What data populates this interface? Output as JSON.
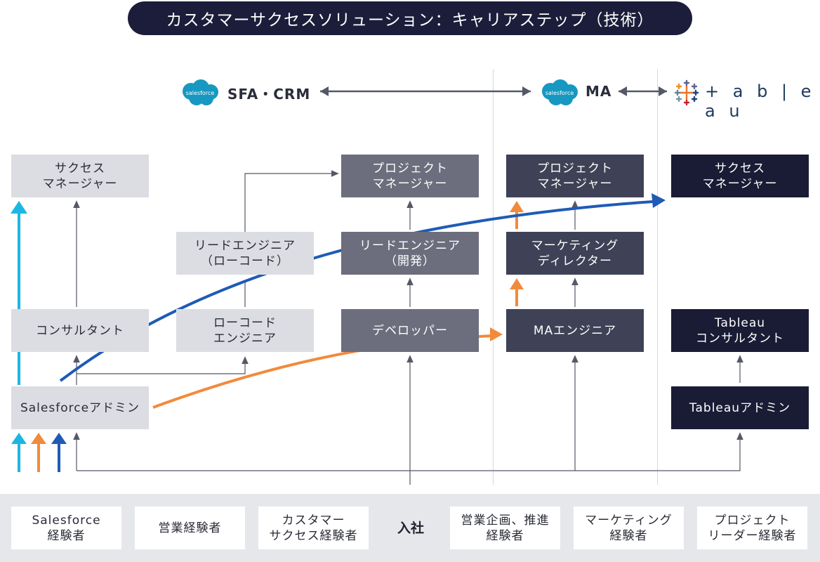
{
  "title": "カスタマーサクセスソリューション：キャリアステップ（技術）",
  "tools": {
    "salesforce_logo_text": "salesforce",
    "sfa_crm": "SFA・CRM",
    "ma": "MA",
    "tableau": "+ a b | e a u"
  },
  "boxes": {
    "success_manager_left": "サクセス\nマネージャー",
    "consultant": "コンサルタント",
    "salesforce_admin": "Salesforceアドミン",
    "lead_engineer_lowcode": "リードエンジニア\n（ローコード）",
    "lowcode_engineer": "ローコード\nエンジニア",
    "project_manager_1": "プロジェクト\nマネージャー",
    "lead_engineer_dev": "リードエンジニア\n（開発）",
    "developer": "デベロッパー",
    "project_manager_2": "プロジェクト\nマネージャー",
    "marketing_director": "マーケティング\nディレクター",
    "ma_engineer": "MAエンジニア",
    "success_manager_right": "サクセス\nマネージャー",
    "tableau_consultant": "Tableau\nコンサルタント",
    "tableau_admin": "Tableauアドミン"
  },
  "entry_points": {
    "salesforce_exp": "Salesforce\n経験者",
    "sales_exp": "営業経験者",
    "cs_exp": "カスタマー\nサクセス経験者",
    "joining": "入社",
    "sales_planning_exp": "営業企画、推進\n経験者",
    "marketing_exp": "マーケティング\n経験者",
    "pl_exp": "プロジェクト\nリーダー経験者"
  },
  "colors": {
    "title_bg": "#1b1d3a",
    "cyan": "#1bb7e2",
    "orange": "#f28a3c",
    "blue": "#1f5bb5",
    "connector": "#555866"
  }
}
